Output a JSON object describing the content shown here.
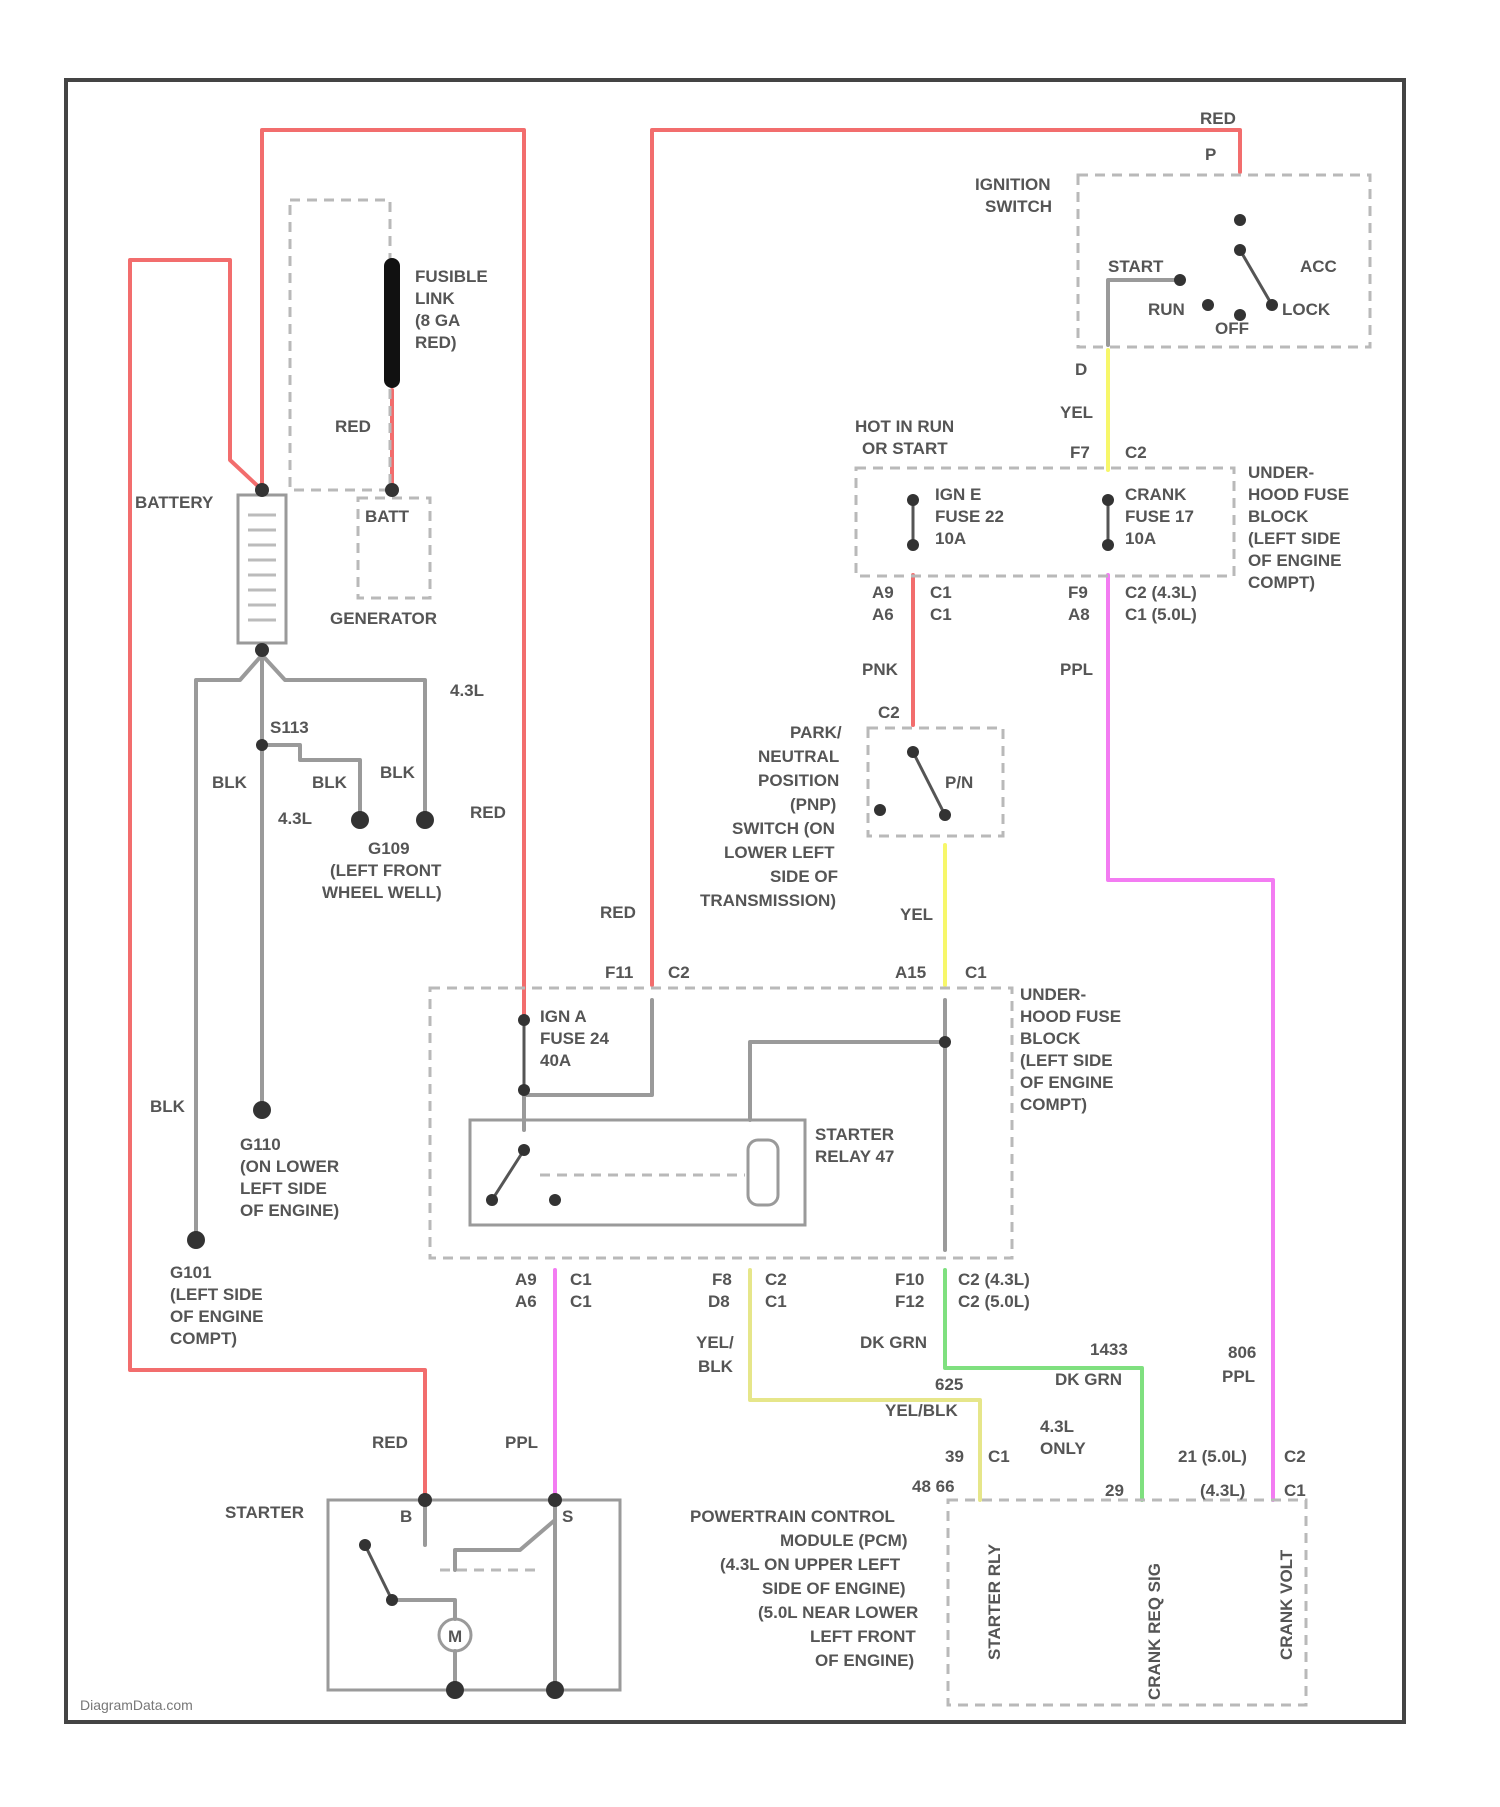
{
  "wire_colors": {
    "red": "#f26d6d",
    "yellow": "#f7f76a",
    "pink": "#f37cf2",
    "green": "#7fe07f",
    "yellow_black": "#e6e68a",
    "gray": "#9a9a9a"
  },
  "labels": {
    "fusible_link": [
      "FUSIBLE",
      "LINK",
      "(8 GA",
      "RED)"
    ],
    "red": "RED",
    "blk": "BLK",
    "yel": "YEL",
    "ppl": "PPL",
    "pnk": "PNK",
    "dk_grn": "DK GRN",
    "yel_blk": "YEL/BLK",
    "yel_slash": "YEL/",
    "blk_plain": "BLK",
    "battery": "BATTERY",
    "batt": "BATT",
    "generator": "GENERATOR",
    "ignition_switch": [
      "IGNITION",
      "SWITCH"
    ],
    "start": "START",
    "run": "RUN",
    "off": "OFF",
    "lock": "LOCK",
    "acc": "ACC",
    "hot_in_run": [
      "HOT IN RUN",
      "OR START"
    ],
    "ign_e_fuse": [
      "IGN E",
      "FUSE 22",
      "10A"
    ],
    "crank_fuse": [
      "CRANK",
      "FUSE 17",
      "10A"
    ],
    "underhood_fuse_block": [
      "UNDER-",
      "HOOD FUSE",
      "BLOCK",
      "(LEFT SIDE",
      "OF ENGINE",
      "COMPT)"
    ],
    "pin_p": "P",
    "pin_d": "D",
    "pin_f7": "F7",
    "pin_c2": "C2",
    "pin_c1": "C1",
    "pin_a9": "A9",
    "pin_a6": "A6",
    "pin_f9": "F9",
    "pin_a8": "A8",
    "c2_43": "C2 (4.3L)",
    "c1_5": "C1 (5.0L)",
    "pnp_switch": [
      "PARK/",
      "NEUTRAL",
      "POSITION",
      "(PNP)",
      "SWITCH (ON",
      "LOWER LEFT",
      "SIDE OF",
      "TRANSMISSION)"
    ],
    "pn": "P/N",
    "s113": "S113",
    "g109": [
      "G109",
      "(LEFT FRONT",
      "WHEEL WELL)"
    ],
    "l43": "4.3L",
    "l43_b": "4.3L",
    "ign_a_fuse": [
      "IGN A",
      "FUSE 24",
      "40A"
    ],
    "pin_f11": "F11",
    "pin_a15": "A15",
    "starter_relay": [
      "STARTER",
      "RELAY 47"
    ],
    "g110": [
      "G110",
      "(ON LOWER",
      "LEFT SIDE",
      "OF ENGINE)"
    ],
    "g101": [
      "G101",
      "(LEFT SIDE",
      "OF ENGINE",
      "COMPT)"
    ],
    "pin_f8": "F8",
    "pin_d8": "D8",
    "pin_f10": "F10",
    "pin_f12": "F12",
    "c2_43_b": "C2  (4.3L)",
    "c2_5_b": "C2  (5.0L)",
    "c2_top": "C2",
    "c1_top": "C1",
    "c2_b": "C2",
    "c1_b": "C1",
    "num_1433": "1433",
    "num_625": "625",
    "num_806": "806",
    "only_43": [
      "4.3L",
      "ONLY"
    ],
    "starter": "STARTER",
    "pin_b": "B",
    "pin_s": "S",
    "motor_m": "M",
    "pcm": [
      "POWERTRAIN CONTROL",
      "MODULE (PCM)",
      "(4.3L ON UPPER LEFT",
      "SIDE OF ENGINE)",
      "(5.0L NEAR LOWER",
      "LEFT FRONT",
      "OF ENGINE)"
    ],
    "pin_39": "39",
    "pin_4866": "48 66",
    "pin_29": "29",
    "pin_21_50": "21 (5.0L)",
    "pin_43l": "(4.3L)",
    "pcm_c1": "C1",
    "pcm_c2": "C2",
    "pcm_c1b": "C1",
    "pcm_starter_relay": "STARTER RLY",
    "pcm_crank_req": "CRANK REQ SIG",
    "pcm_crank_volt": "CRANK VOLT",
    "watermark": "DiagramData.com"
  }
}
